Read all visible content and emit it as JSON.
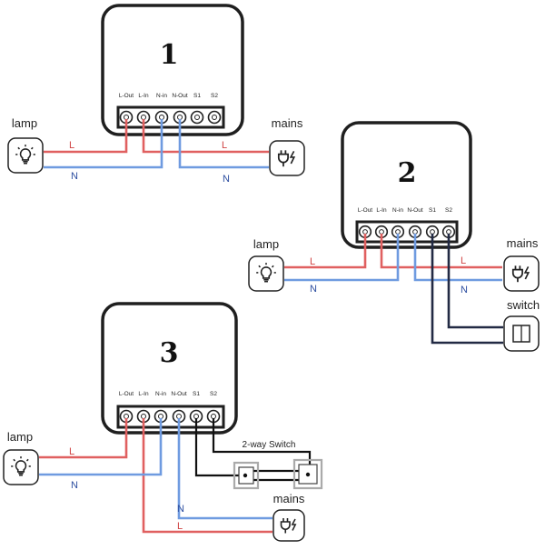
{
  "terminal_labels": [
    "L-Out",
    "L-In",
    "N-in",
    "N-Out",
    "S1",
    "S2"
  ],
  "diagrams": [
    {
      "number": "1",
      "lamp_label": "lamp",
      "mains_label": "mains",
      "wire_L": "L",
      "wire_N": "N",
      "wire_L_mains": "L",
      "wire_N_mains": "N"
    },
    {
      "number": "2",
      "lamp_label": "lamp",
      "mains_label": "mains",
      "switch_label": "switch",
      "wire_L": "L",
      "wire_N": "N",
      "wire_L_mains": "L",
      "wire_N_mains": "N"
    },
    {
      "number": "3",
      "lamp_label": "lamp",
      "mains_label": "mains",
      "twoway_label": "2-way Switch",
      "wire_L": "L",
      "wire_N": "N",
      "wire_L_mains": "L",
      "wire_N_mains": "N"
    }
  ],
  "colors": {
    "live": "#e06060",
    "neutral": "#6f9be0",
    "switch_wire": "#222a44"
  },
  "icons": [
    "lamp-bulb-icon",
    "power-plug-icon",
    "wall-switch-icon"
  ]
}
